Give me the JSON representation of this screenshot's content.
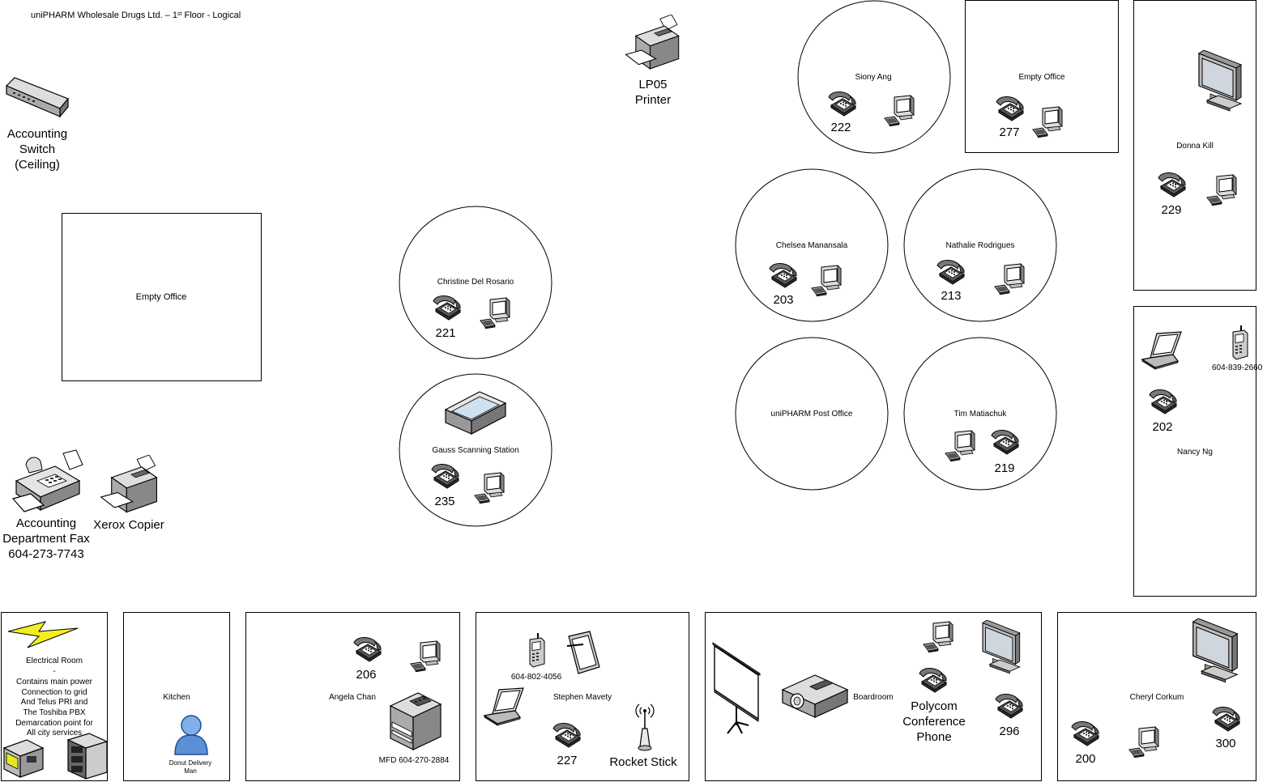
{
  "title": {
    "main": "uniPHARM Wholesale Drugs Ltd. – 1",
    "sup": "st",
    "rest": " Floor - Logical"
  },
  "left": {
    "switch_l1": "Accounting",
    "switch_l2": "Switch",
    "switch_l3": "(Ceiling)",
    "empty_office": "Empty Office",
    "fax_l1": "Accounting",
    "fax_l2": "Department Fax",
    "fax_l3": "604-273-7743",
    "copier": "Xerox Copier"
  },
  "printer": {
    "l1": "LP05",
    "l2": "Printer"
  },
  "center": {
    "christine": "Christine Del Rosario",
    "christine_ext": "221",
    "gauss": "Gauss Scanning Station",
    "gauss_ext": "235"
  },
  "right": {
    "siony": "Siony Ang",
    "siony_ext": "222",
    "empty_office": "Empty Office",
    "empty_ext": "277",
    "donna": "Donna Kill",
    "donna_ext": "229",
    "chelsea": "Chelsea Manansala",
    "chelsea_ext": "203",
    "nathalie": "Nathalie Rodrigues",
    "nathalie_ext": "213",
    "post_office": "uniPHARM Post Office",
    "tim": "Tim Matiachuk",
    "tim_ext": "219",
    "nancy": "Nancy Ng",
    "nancy_ext": "202",
    "nancy_cell": "604-839-2660"
  },
  "bottom": {
    "elec_l1": "Electrical Room",
    "elec_l2": "-",
    "elec_l3": "Contains main power",
    "elec_l4": "Connection to grid",
    "elec_l5": "And Telus PRI and",
    "elec_l6": "The Toshiba PBX",
    "elec_l7": "Demarcation point for",
    "elec_l8": "All city services",
    "kitchen": "Kitchen",
    "donut_l1": "Donut Delivery",
    "donut_l2": "Man",
    "angela": "Angela Chan",
    "angela_ext": "206",
    "mfd": "MFD 604-270-2884",
    "stephen": "Stephen Mavety",
    "stephen_cell": "604-802-4056",
    "stephen_ext": "227",
    "rocket": "Rocket Stick",
    "boardroom": "Boardroom",
    "poly_l1": "Polycom",
    "poly_l2": "Conference",
    "poly_l3": "Phone",
    "board_ext": "296",
    "cheryl": "Cheryl Corkum",
    "cheryl_ext1": "200",
    "cheryl_ext2": "300"
  }
}
